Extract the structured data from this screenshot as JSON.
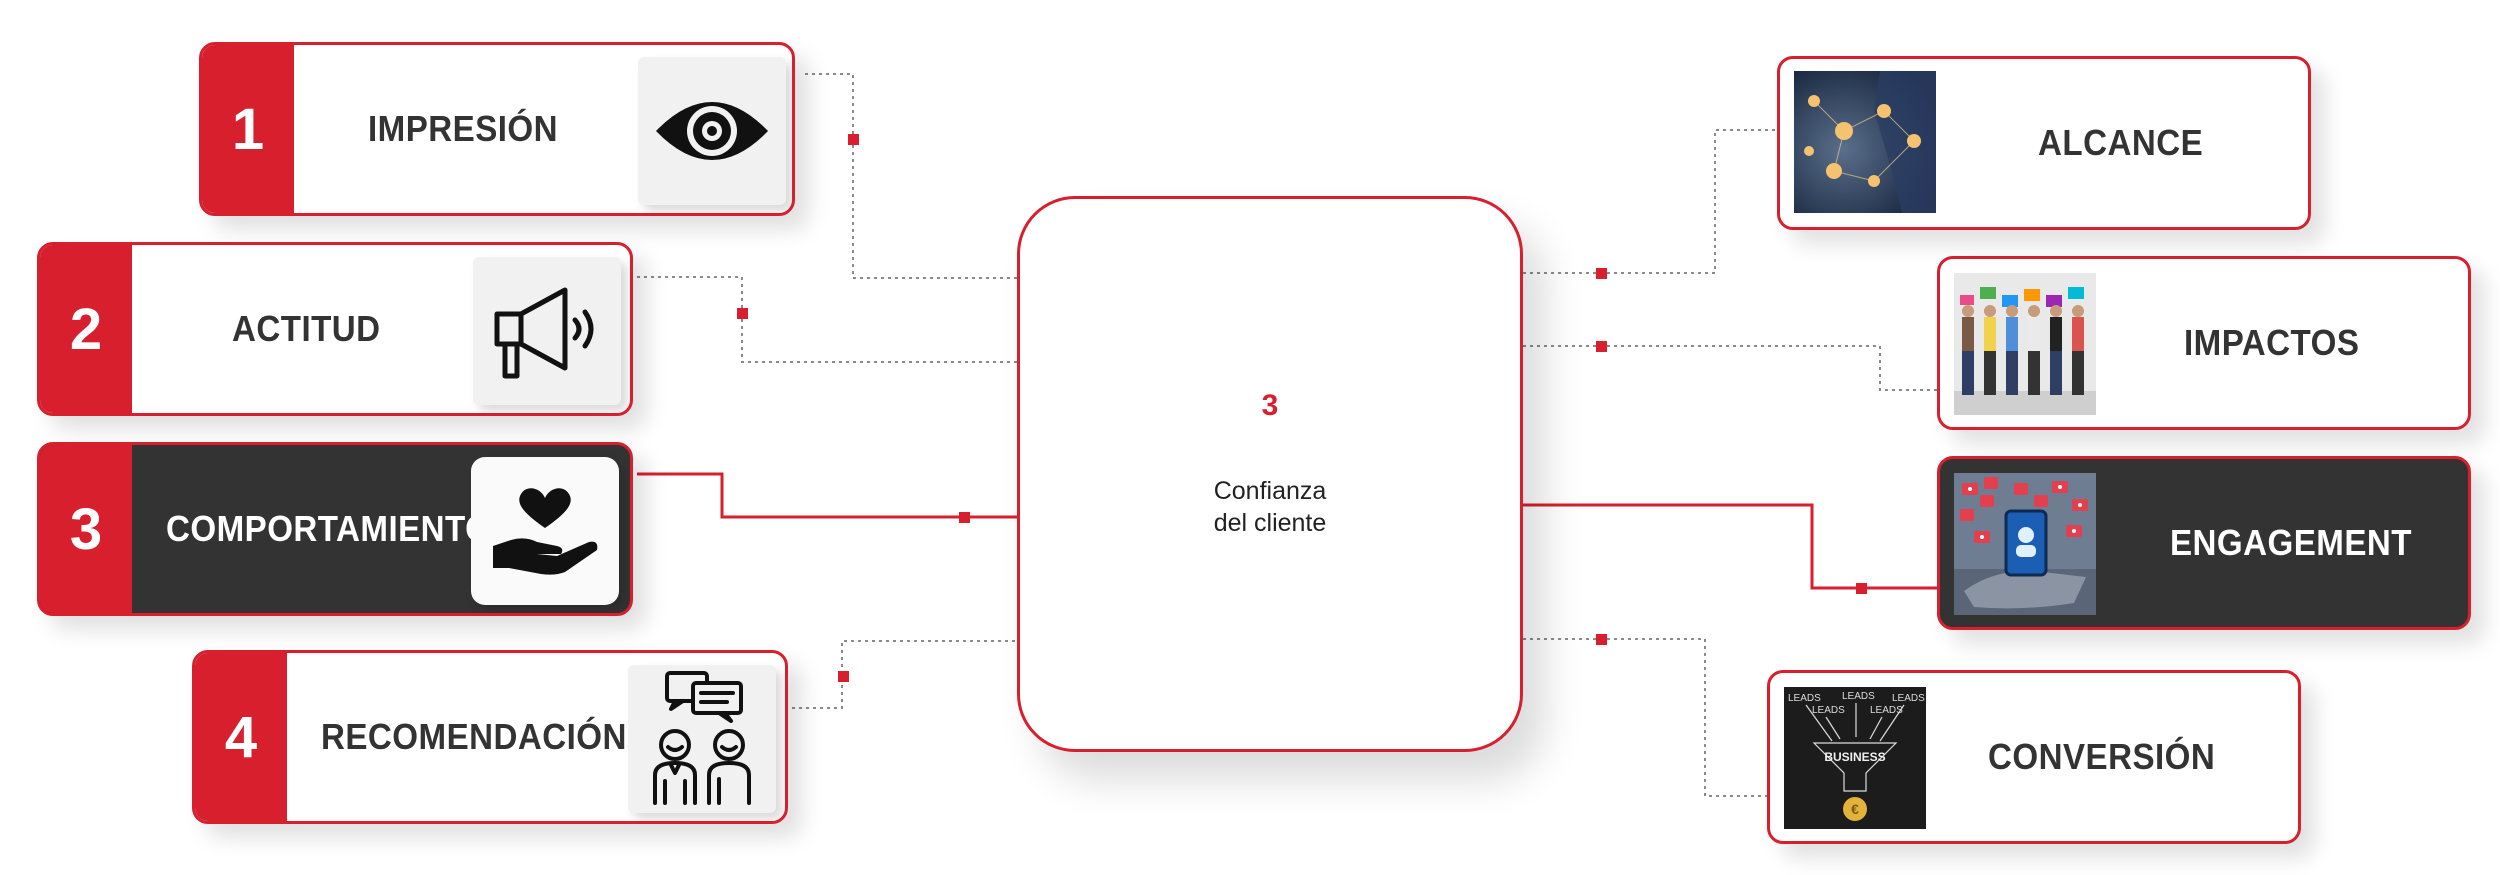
{
  "left_items": [
    {
      "number": "1",
      "label": "IMPRESIÓN",
      "icon": "eye-icon"
    },
    {
      "number": "2",
      "label": "ACTITUD",
      "icon": "megaphone-icon"
    },
    {
      "number": "3",
      "label": "COMPORTAMIENTO",
      "icon": "heart-hand-icon",
      "highlighted": true
    },
    {
      "number": "4",
      "label": "RECOMENDACIÓN",
      "icon": "conversation-icon"
    }
  ],
  "center": {
    "number": "3",
    "line1": "Confianza",
    "line2": "del cliente"
  },
  "right_items": [
    {
      "label": "ALCANCE",
      "image": "network-people-photo"
    },
    {
      "label": "IMPACTOS",
      "image": "people-with-speech-bubbles-photo"
    },
    {
      "label": "ENGAGEMENT",
      "image": "phone-social-likes-photo",
      "highlighted": true
    },
    {
      "label": "CONVERSIÓN",
      "image": "leads-business-funnel-photo",
      "image_text": {
        "leads": "LEADS",
        "business": "BUSINESS"
      }
    }
  ],
  "colors": {
    "accent": "#d71f2d",
    "dark": "#333333",
    "connector": "#888888"
  }
}
